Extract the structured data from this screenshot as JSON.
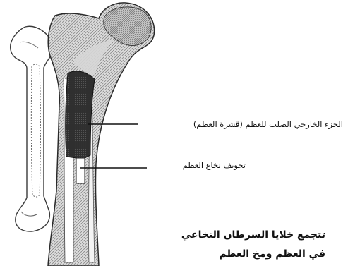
{
  "labels": {
    "cortex": "الجزء الخارجي الصلب للعظم (قشرة العظم)",
    "marrow_cavity": "تجويف نخاع العظم"
  },
  "caption": {
    "line1": "تتجمع خلايا السرطان النخاعي",
    "line2": "في العظم ومخ العظم"
  }
}
